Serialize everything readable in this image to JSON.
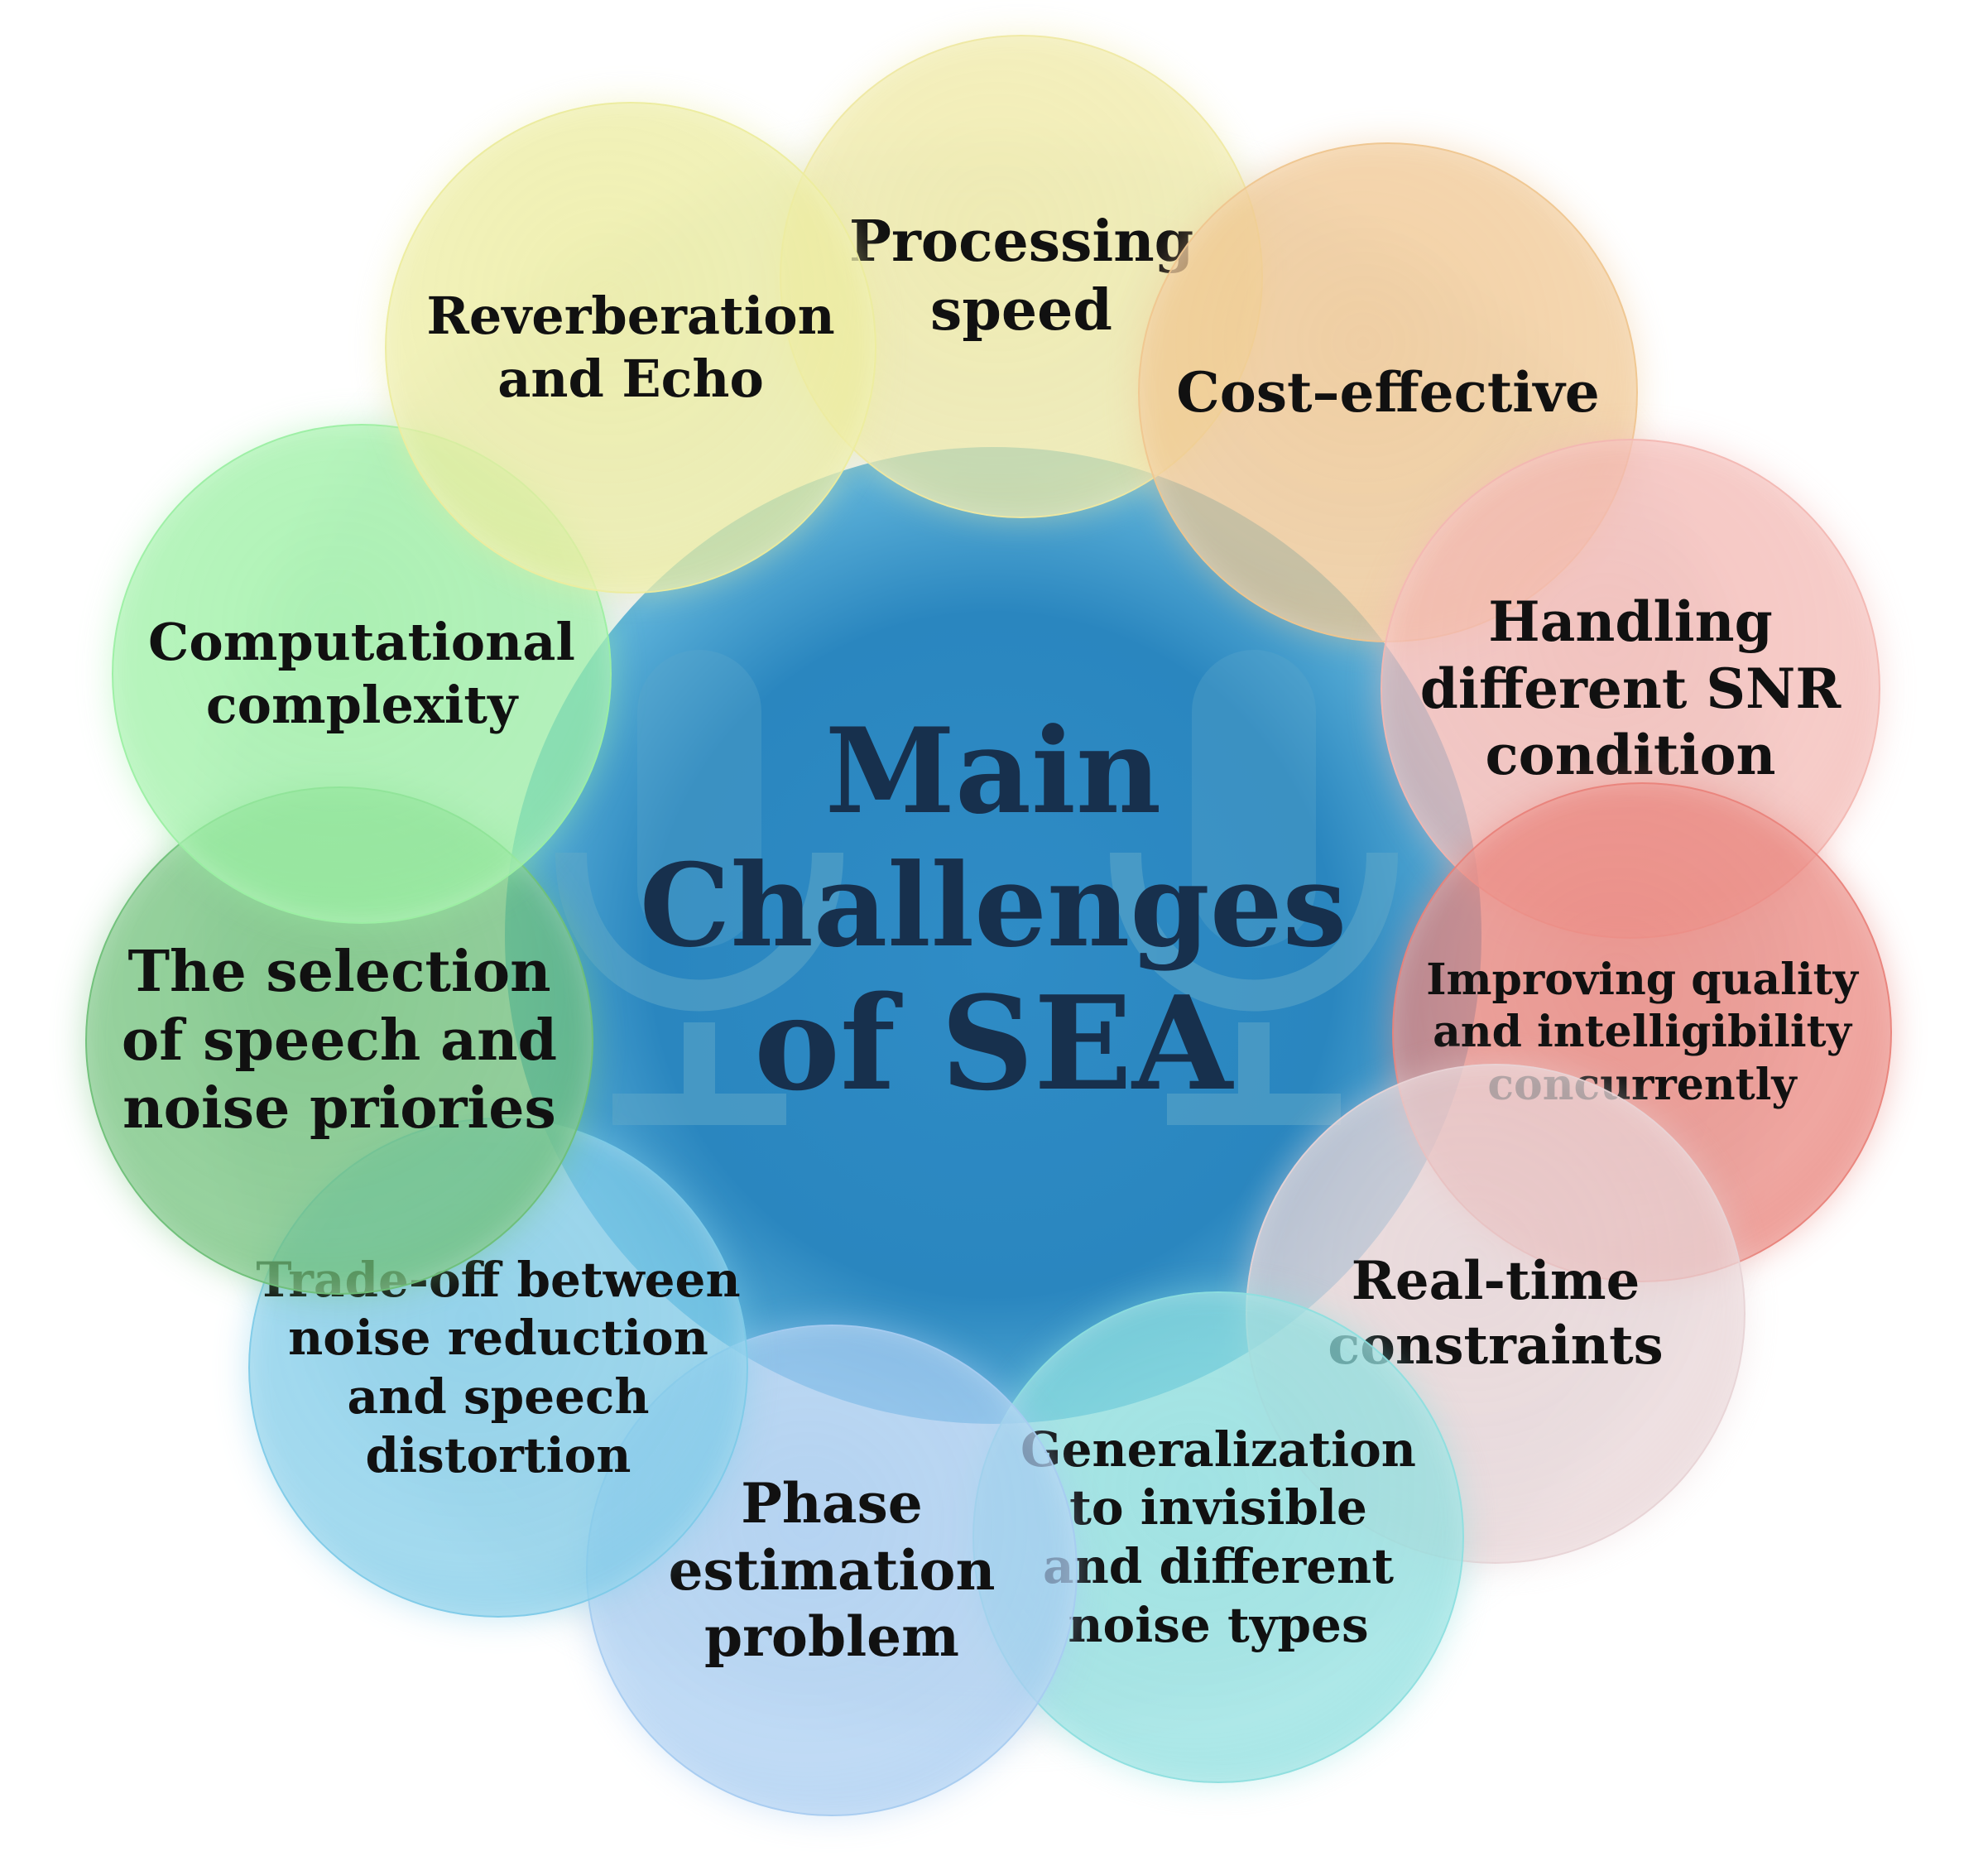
{
  "center": {
    "title_line1": "Main",
    "title_line2": "Challenges",
    "title_line3": "of SEA",
    "color": "#17304d",
    "background_gradient": [
      "#4aa3cf",
      "#1e79b5"
    ]
  },
  "challenges": [
    {
      "label": "Processing\nspeed",
      "color": "#efe9a4"
    },
    {
      "label": "Cost–effective",
      "color": "#f0c690"
    },
    {
      "label": "Handling\ndifferent SNR\ncondition",
      "color": "#f3b8b3"
    },
    {
      "label": "Improving quality\nand intelligibility\nconcurrently",
      "color": "#e9837b"
    },
    {
      "label": "Real-time\nconstraints",
      "color": "#e8d4d6"
    },
    {
      "label": "Generalization\nto invisible\nand different\nnoise types",
      "color": "#8edfdf"
    },
    {
      "label": "Phase\nestimation\nproblem",
      "color": "#a7ccf1"
    },
    {
      "label": "Trade-off between\nnoise reduction\nand speech\ndistortion",
      "color": "#7fcbe8"
    },
    {
      "label": "The selection\nof speech and\nnoise priories",
      "color": "#6fc079"
    },
    {
      "label": "Computational\ncomplexity",
      "color": "#9cf0a4"
    },
    {
      "label": "Reverberation\nand Echo",
      "color": "#ecec9f"
    }
  ],
  "icons": {
    "background_icon": "microphone-icon"
  }
}
